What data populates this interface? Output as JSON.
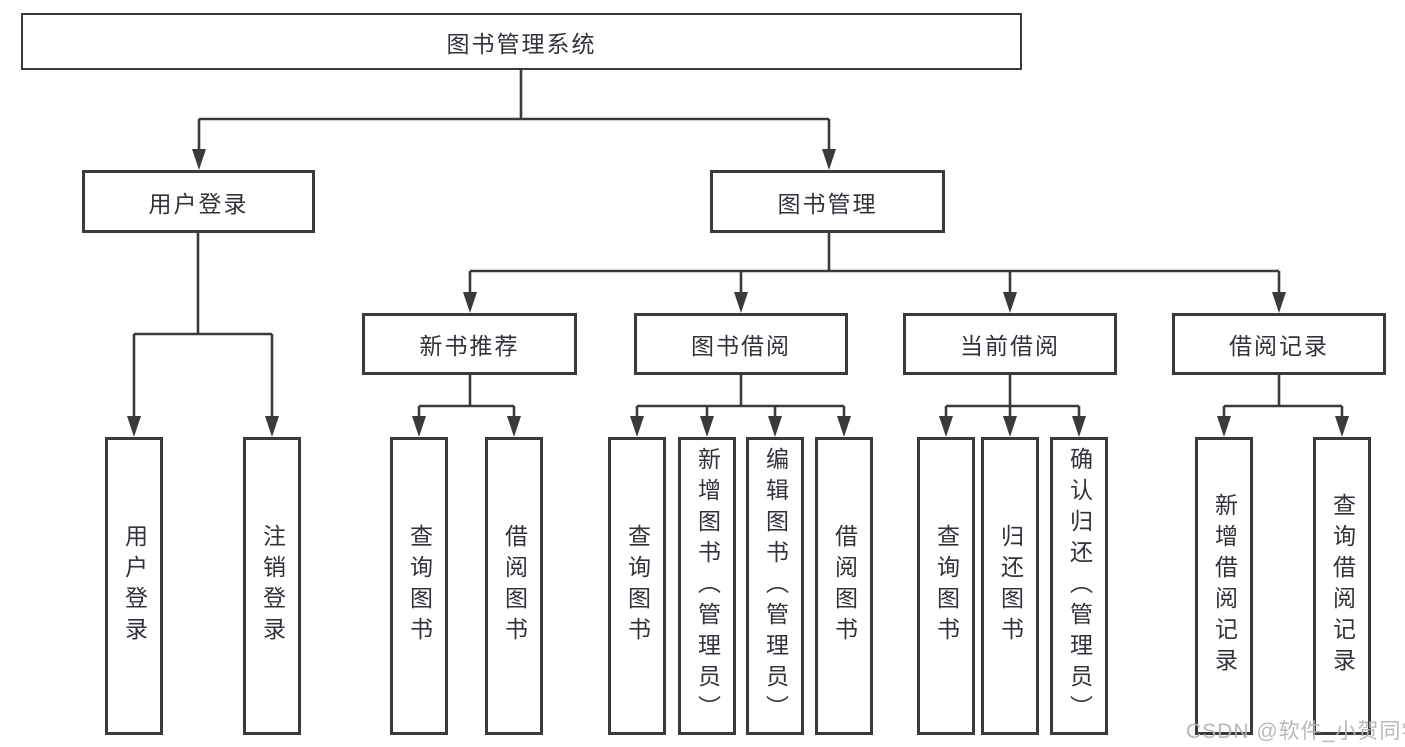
{
  "diagram": {
    "root": {
      "label": "图书管理系统"
    },
    "branches": [
      {
        "label": "用户登录",
        "leaves": [
          "用户登录",
          "注销登录"
        ]
      },
      {
        "label": "图书管理",
        "children": [
          {
            "label": "新书推荐",
            "leaves": [
              "查询图书",
              "借阅图书"
            ]
          },
          {
            "label": "图书借阅",
            "leaves": [
              "查询图书",
              "新增图书（管理员）",
              "编辑图书（管理员）",
              "借阅图书"
            ]
          },
          {
            "label": "当前借阅",
            "leaves": [
              "查询图书",
              "归还图书",
              "确认归还（管理员）"
            ]
          },
          {
            "label": "借阅记录",
            "leaves": [
              "新增借阅记录",
              "查询借阅记录"
            ]
          }
        ]
      }
    ]
  },
  "watermark": {
    "text": "CSDN @软件_小贺同学",
    "color": "#b2b5b9"
  },
  "colors": {
    "line": "#3a3a3a",
    "box_border": "#3a3a3a",
    "text": "#30343a",
    "background": "#ffffff"
  }
}
